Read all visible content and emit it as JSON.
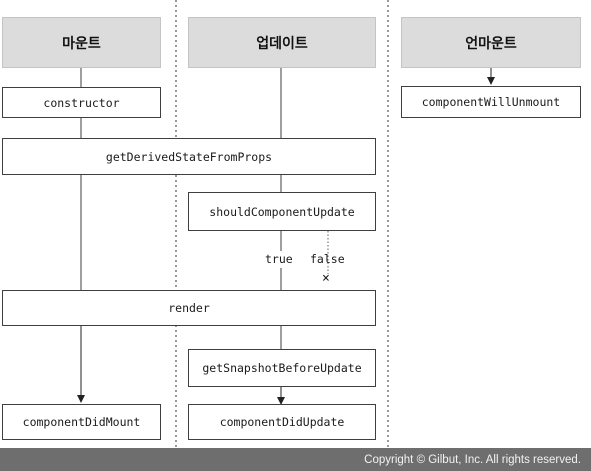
{
  "phases": {
    "mount": "마운트",
    "update": "업데이트",
    "unmount": "언마운트"
  },
  "nodes": {
    "constructor": "constructor",
    "get_derived_state_from_props": "getDerivedStateFromProps",
    "should_component_update": "shouldComponentUpdate",
    "render": "render",
    "get_snapshot_before_update": "getSnapshotBeforeUpdate",
    "component_did_mount": "componentDidMount",
    "component_did_update": "componentDidUpdate",
    "component_will_unmount": "componentWillUnmount"
  },
  "edge_labels": {
    "true": "true",
    "false": "false"
  },
  "symbols": {
    "cancel": "×"
  },
  "footer": {
    "copyright": "Copyright © Gilbut, Inc. All rights reserved."
  },
  "colors": {
    "phase_header_bg": "#dcdcdc",
    "line": "#3f3f3f",
    "footer_bg": "#6e6e6e"
  }
}
